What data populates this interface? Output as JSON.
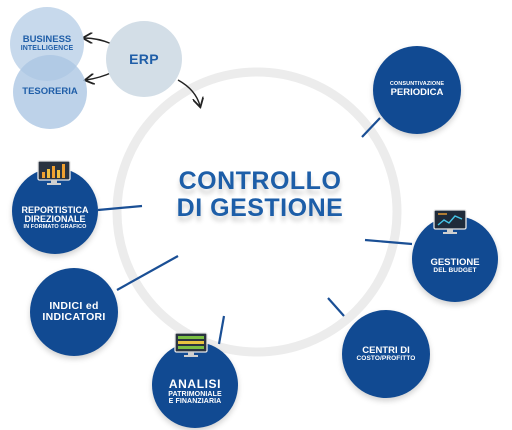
{
  "center": {
    "line1": "CONTROLLO",
    "line2": "DI GESTIONE"
  },
  "top_cluster": {
    "erp": "ERP",
    "business_intelligence": [
      "BUSINESS",
      "INTELLIGENCE"
    ],
    "tesoreria": "TESORERIA"
  },
  "nodes": {
    "consuntivazione": [
      "CONSUNTIVAZIONE",
      "PERIODICA"
    ],
    "gestione_budget": [
      "GESTIONE",
      "DEL BUDGET"
    ],
    "centri_costo": [
      "CENTRI DI",
      "COSTO/PROFITTO"
    ],
    "analisi": [
      "ANALISI",
      "PATRIMONIALE",
      "E FINANZIARIA"
    ],
    "indici": [
      "INDICI ed",
      "INDICATORI"
    ],
    "reportistica": [
      "REPORTISTICA",
      "DIREZIONALE",
      "IN FORMATO GRAFICO"
    ]
  },
  "colors": {
    "node_dark": "#114a92",
    "node_light": "#c5d7ea",
    "erp_fill": "#d2dde6",
    "title_blue": "#1d5ea8",
    "ring_gray": "#ebebeb"
  }
}
